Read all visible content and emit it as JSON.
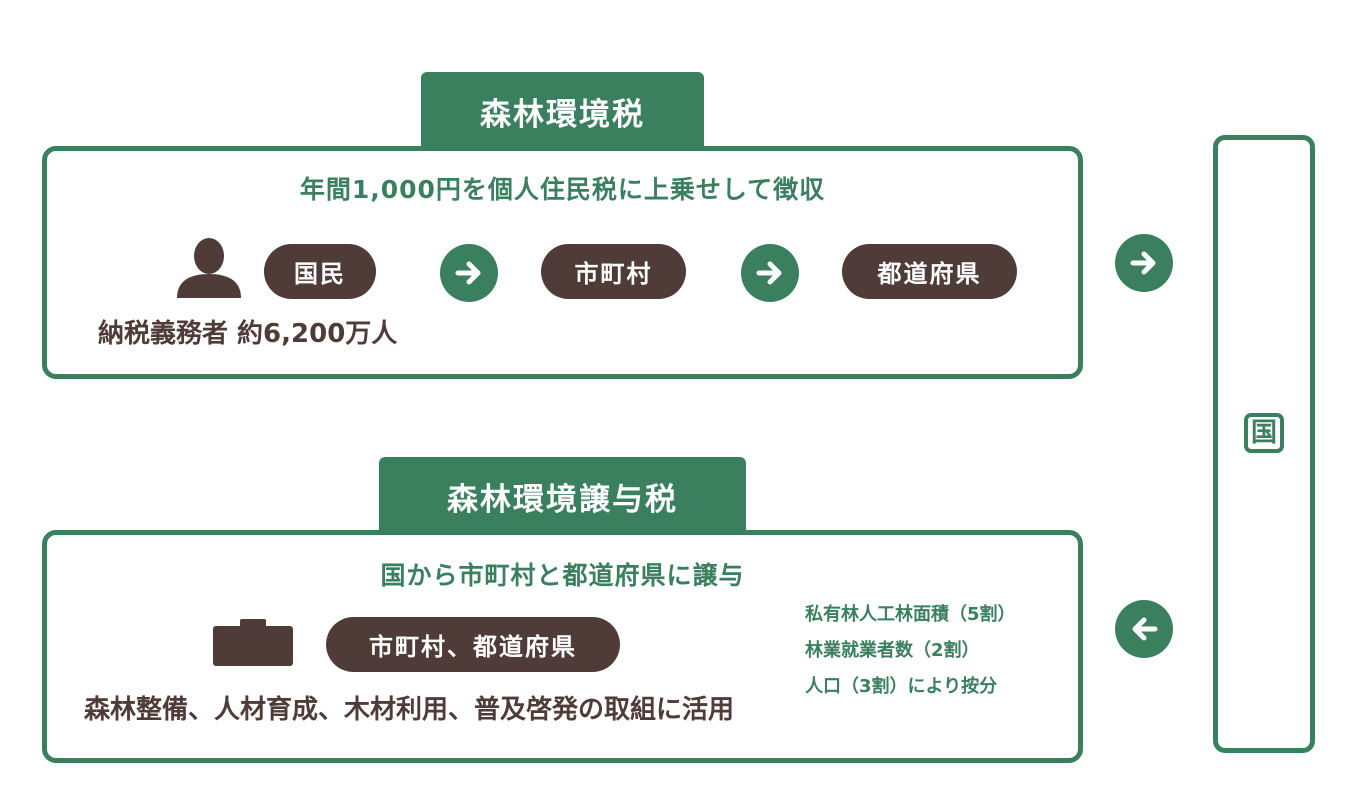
{
  "top": {
    "tab_title": "森林環境税",
    "subtitle": "年間1,000円を個人住民税に上乗せして徴収",
    "flow": [
      "国民",
      "市町村",
      "都道府県"
    ],
    "note": "納税義務者 約6,200万人"
  },
  "bottom": {
    "tab_title": "森林環境譲与税",
    "subtitle": "国から市町村と都道府県に譲与",
    "recipient": "市町村、都道府県",
    "usage": "森林整備、人材育成、木材利用、普及啓発の取組に活用",
    "criteria": [
      "私有林人工林面積（5割）",
      "林業就業者数（2割）",
      "人口（3割）により按分"
    ]
  },
  "side": {
    "label": "国"
  },
  "icons": {
    "person": "person-icon",
    "briefcase": "briefcase-icon",
    "arrow_right": "arrow-right-icon",
    "arrow_left": "arrow-left-icon"
  },
  "colors": {
    "green": "#3a7f5e",
    "brown": "#4f3b37",
    "background": "#ffffff"
  }
}
